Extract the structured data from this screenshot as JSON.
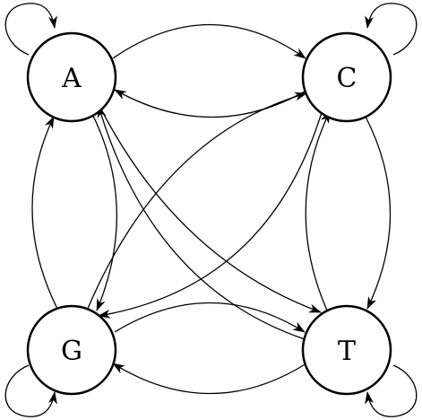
{
  "diagram": {
    "type": "directed-graph",
    "nodes": [
      {
        "id": "A",
        "label": "A"
      },
      {
        "id": "C",
        "label": "C"
      },
      {
        "id": "G",
        "label": "G"
      },
      {
        "id": "T",
        "label": "T"
      }
    ],
    "edges": [
      {
        "from": "A",
        "to": "A"
      },
      {
        "from": "C",
        "to": "C"
      },
      {
        "from": "G",
        "to": "G"
      },
      {
        "from": "T",
        "to": "T"
      },
      {
        "from": "A",
        "to": "C"
      },
      {
        "from": "C",
        "to": "A"
      },
      {
        "from": "G",
        "to": "T"
      },
      {
        "from": "T",
        "to": "G"
      },
      {
        "from": "A",
        "to": "G"
      },
      {
        "from": "G",
        "to": "A"
      },
      {
        "from": "C",
        "to": "T"
      },
      {
        "from": "T",
        "to": "C"
      },
      {
        "from": "A",
        "to": "T"
      },
      {
        "from": "T",
        "to": "A"
      },
      {
        "from": "C",
        "to": "G"
      },
      {
        "from": "G",
        "to": "C"
      }
    ]
  }
}
